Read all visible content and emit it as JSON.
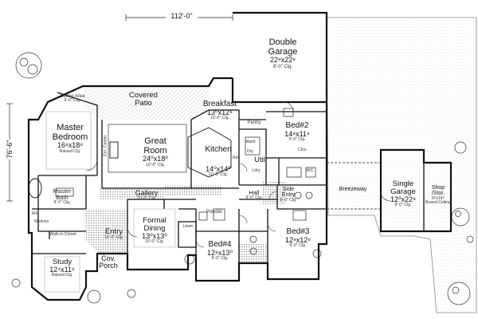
{
  "overall": {
    "width_dim": "112'-0\"",
    "depth_dim": "76'-6\""
  },
  "rooms": {
    "double_garage": {
      "name": "Double Garage",
      "dims": "22⁸x22⁸",
      "clg": "8'-0\" Clg."
    },
    "covered_patio": {
      "name": "Covered Patio"
    },
    "sitting_area": {
      "name": "Sitting Area",
      "clg": "9'-0\" Clg."
    },
    "master_bedroom": {
      "name": "Master Bedroom",
      "dims": "16⁸x18⁸",
      "clg": "Raised Clg."
    },
    "great_room": {
      "name": "Great Room",
      "dims": "24⁰x18⁰",
      "clg": "10'-0\" Clg."
    },
    "breakfast": {
      "name": "Breakfast",
      "dims": "13⁰x12⁸",
      "clg": "10'-0\" Clg."
    },
    "kitchen": {
      "name": "Kitchen",
      "dims": "14⁰x14⁰",
      "clg": "10'-0\" Clg."
    },
    "pantry": {
      "name": "Pantry"
    },
    "bed2": {
      "name": "Bed#2",
      "dims": "14⁸x11⁸",
      "clg": "9'-0\" Clg."
    },
    "util": {
      "name": "Util"
    },
    "master_bath": {
      "name": "Master Bath",
      "clg": "9'-0\" Clg."
    },
    "gallery": {
      "name": "Gallery",
      "clg": "10'-0\" Clg."
    },
    "hall": {
      "name": "Hall",
      "clg": "9'-0\" Clg."
    },
    "side_entry": {
      "name": "Side Entry",
      "clg": "9'-0\" Clg."
    },
    "breezeway": {
      "name": "Breezeway"
    },
    "single_garage": {
      "name": "Single Garage",
      "dims": "12⁰x22⁸",
      "clg": "8'-0\" Clg."
    },
    "shop_stor": {
      "name": "Shop /Stor.",
      "dims": "5⁸x14⁸",
      "clg": "Boxed Ceiling"
    },
    "entry": {
      "name": "Entry",
      "clg": "10'-0\" Clg."
    },
    "formal_dining": {
      "name": "Formal Dining",
      "dims": "13⁰x13⁰",
      "clg": "10'-0\" Clg."
    },
    "powder": {
      "name": "Powder"
    },
    "bed3": {
      "name": "Bed#3",
      "dims": "12⁸x12⁸",
      "clg": "9'-0\" Clg."
    },
    "bed4": {
      "name": "Bed#4",
      "dims": "12⁸x13⁰",
      "clg": "9'-0\" Clg."
    },
    "study": {
      "name": "Study",
      "dims": "12⁴x11⁸",
      "clg": "Raised Clg."
    },
    "cov_porch": {
      "name": "Cov. Porch"
    }
  },
  "notes": {
    "walk_in_closet": "Walk-in Closet",
    "shelves": "Shelves",
    "wh": "WH",
    "ent_center": "Ent. Center",
    "ref": "Ref",
    "ldry": "Ldry.",
    "wc": "WC",
    "clos": "Clos.",
    "wash": "Wash",
    "dry": "Dry",
    "linen": "Linen"
  }
}
